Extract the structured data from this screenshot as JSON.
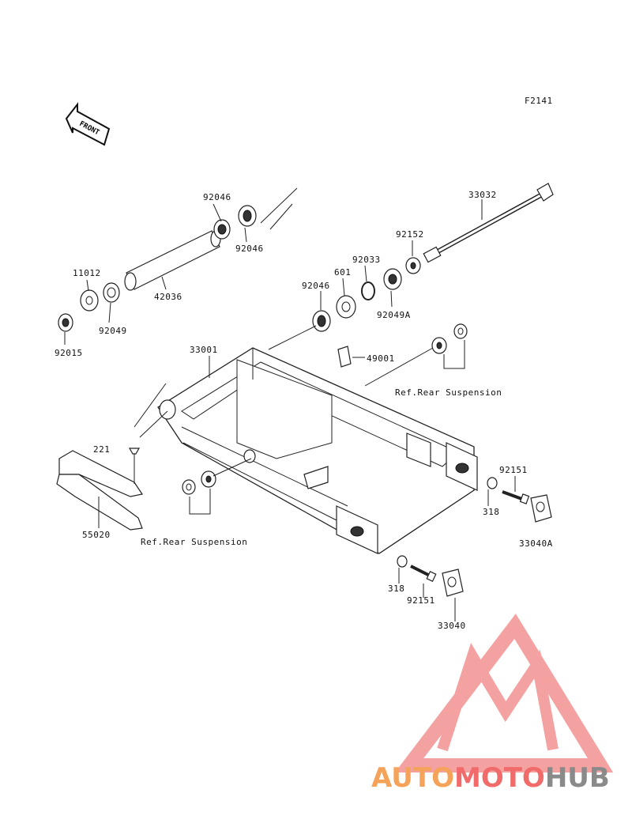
{
  "figure_code": "F2141",
  "front_label": "FRONT",
  "parts": {
    "p92046a": "92046",
    "p92046b": "92046",
    "p42036": "42036",
    "p11012": "11012",
    "p92049": "92049",
    "p92015": "92015",
    "p33032": "33032",
    "p92152": "92152",
    "p92033": "92033",
    "p601": "601",
    "p92046c": "92046",
    "p92049A": "92049A",
    "p49001": "49001",
    "p33001": "33001",
    "p221": "221",
    "p55020": "55020",
    "p92151a": "92151",
    "p318a": "318",
    "p33040A": "33040A",
    "p318b": "318",
    "p92151b": "92151",
    "p33040": "33040"
  },
  "refs": {
    "rear_suspension_right": "Ref.Rear Suspension",
    "rear_suspension_left": "Ref.Rear Suspension"
  },
  "watermark": {
    "part1": "AUTO",
    "part2": "MOTO",
    "part3": "HUB",
    "color_orange": "#f5a25a",
    "color_red": "#f26b6b",
    "color_grey": "#8a8a8a",
    "logo_color": "#f28a8a"
  }
}
